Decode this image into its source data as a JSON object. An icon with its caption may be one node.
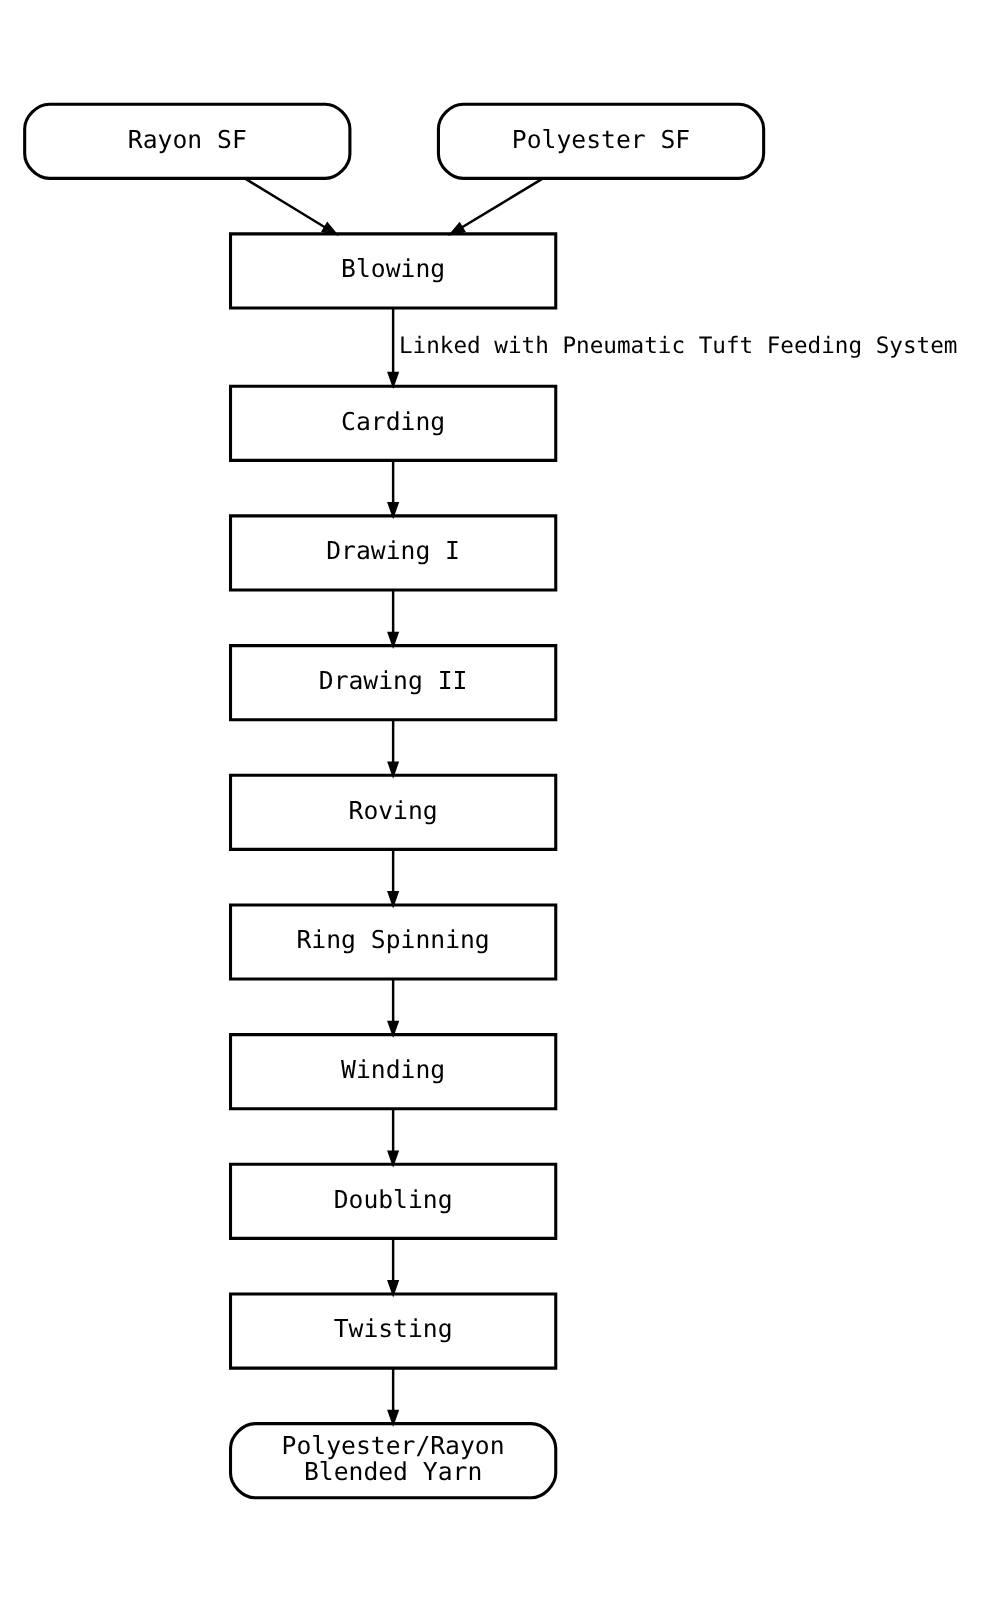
{
  "diagram": {
    "nodes": [
      {
        "text": [
          "Rayon SF"
        ]
      },
      {
        "text": [
          "Polyester SF"
        ]
      },
      {
        "text": [
          "Blowing"
        ]
      },
      {
        "text": [
          "Carding"
        ]
      },
      {
        "text": [
          "Drawing I"
        ]
      },
      {
        "text": [
          "Drawing II"
        ]
      },
      {
        "text": [
          "Roving"
        ]
      },
      {
        "text": [
          "Ring Spinning"
        ]
      },
      {
        "text": [
          "Winding"
        ]
      },
      {
        "text": [
          "Doubling"
        ]
      },
      {
        "text": [
          "Twisting"
        ]
      },
      {
        "text": [
          "Polyester/Rayon Blended Yarn"
        ]
      }
    ],
    "edges": [
      {
        "from": 0,
        "to": 2,
        "arrow": "to"
      },
      {
        "from": 1,
        "to": 2,
        "arrow": "to"
      },
      {
        "from": 2,
        "to": 3,
        "arrow": "to",
        "label": "Linked with Pneumatic Tuft Feeding System"
      },
      {
        "from": 3,
        "to": 4,
        "arrow": "to"
      },
      {
        "from": 4,
        "to": 5,
        "arrow": "to"
      },
      {
        "from": 5,
        "to": 6,
        "arrow": "to"
      },
      {
        "from": 6,
        "to": 7,
        "arrow": "to"
      },
      {
        "from": 7,
        "to": 8,
        "arrow": "to"
      },
      {
        "from": 8,
        "to": 9,
        "arrow": "to"
      },
      {
        "from": 9,
        "to": 10,
        "arrow": "to"
      },
      {
        "from": 10,
        "to": 11,
        "arrow": "to"
      }
    ]
  }
}
